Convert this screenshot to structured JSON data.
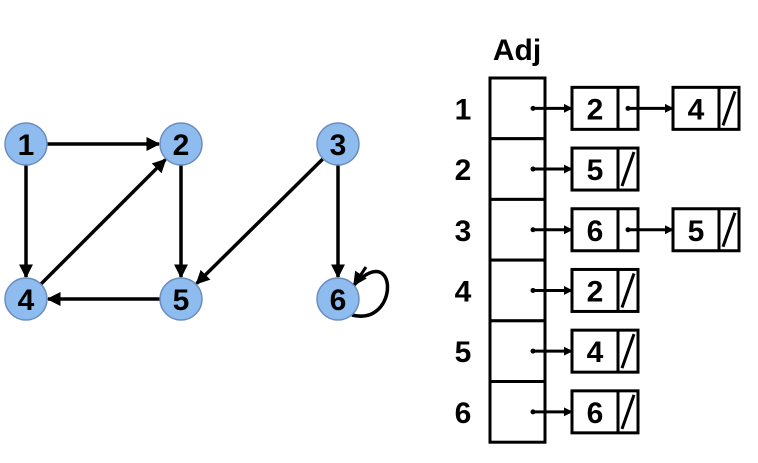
{
  "graph": {
    "node_fill": "#8fbcee",
    "edge_color": "#000000",
    "nodes": [
      {
        "id": "1",
        "label": "1"
      },
      {
        "id": "2",
        "label": "2"
      },
      {
        "id": "3",
        "label": "3"
      },
      {
        "id": "4",
        "label": "4"
      },
      {
        "id": "5",
        "label": "5"
      },
      {
        "id": "6",
        "label": "6"
      }
    ],
    "edges": [
      {
        "from": "1",
        "to": "2"
      },
      {
        "from": "1",
        "to": "4"
      },
      {
        "from": "2",
        "to": "5"
      },
      {
        "from": "3",
        "to": "5"
      },
      {
        "from": "3",
        "to": "6"
      },
      {
        "from": "4",
        "to": "2"
      },
      {
        "from": "5",
        "to": "4"
      },
      {
        "from": "6",
        "to": "6"
      }
    ]
  },
  "adjacency": {
    "title": "Adj",
    "rows": [
      {
        "vertex": "1",
        "list": [
          "2",
          "4"
        ]
      },
      {
        "vertex": "2",
        "list": [
          "5"
        ]
      },
      {
        "vertex": "3",
        "list": [
          "6",
          "5"
        ]
      },
      {
        "vertex": "4",
        "list": [
          "2"
        ]
      },
      {
        "vertex": "5",
        "list": [
          "4"
        ]
      },
      {
        "vertex": "6",
        "list": [
          "6"
        ]
      }
    ]
  }
}
